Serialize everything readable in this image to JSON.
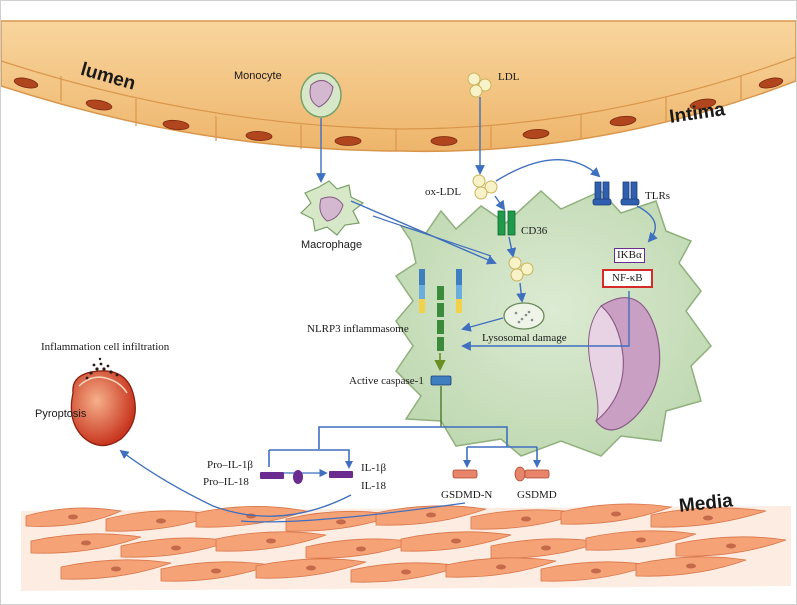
{
  "regions": {
    "lumen": "lumen",
    "intima": "Intima",
    "media": "Media"
  },
  "labels": {
    "monocyte": "Monocyte",
    "macrophage": "Macrophage",
    "ldl": "LDL",
    "ox_ldl": "ox-LDL",
    "cd36": "CD36",
    "tlrs": "TLRs",
    "ikba": "IKBα",
    "nfkb": "NF-κB",
    "nlrp3": "NLRP3 inflammasome",
    "lysosomal_damage": "Lysosomal damage",
    "active_caspase": "Active caspase-1",
    "inflammation": "Inflammation cell infiltration",
    "pyroptosis": "Pyroptosis",
    "pro_il_1b": "Pro–IL-1β",
    "pro_il_18": "Pro–IL-18",
    "il_1b": "IL-1β",
    "il_18": "IL-18",
    "gsdmd_n": "GSDMD-N",
    "gsdmd": "GSDMD"
  },
  "colors": {
    "endothelium": "#f2c27c",
    "endothelium_dark": "#e2a253",
    "nucleus": "#b0451e",
    "macrophage_cell": "#cfe2c4",
    "cell_outline": "#8fb07c",
    "arrow": "#3f6fbf",
    "smooth_muscle": "#f6a277",
    "cd36": "#1f9a4a",
    "tlr": "#2f5fae",
    "nfkb_box": "#d42a2a",
    "ikba_box": "#6a2c8e",
    "cytokine": "#6a2c8e",
    "gsdmd": "#e8846a",
    "pyroptotic_cell": "#d9452b"
  }
}
